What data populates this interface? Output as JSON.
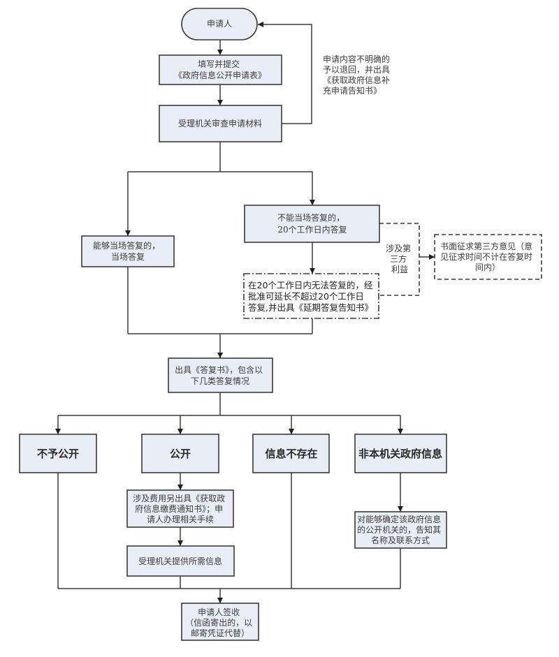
{
  "colors": {
    "box_fill": "#e9edf5",
    "stroke": "#3a3a3a",
    "text": "#3c3c3c"
  },
  "diagram": {
    "start": {
      "label": "申请人"
    },
    "fill_form": {
      "lines": [
        "填写并提交",
        "《政府信息公开申请表》"
      ]
    },
    "review": {
      "lines": [
        "受理机关审查申请材料"
      ]
    },
    "return_note": {
      "lines": [
        "申请内容不明确的",
        "予以退回，并出具",
        "《获取政府信息补",
        "充申请告知书》"
      ]
    },
    "on_spot": {
      "lines": [
        "能够当场答复的，",
        "当场答复"
      ]
    },
    "not_on_spot": {
      "lines": [
        "不能当场答复的，",
        "20个工作日内答复"
      ]
    },
    "extension": {
      "lines": [
        "在20个工作日内无法答复的，经",
        "批准可延长不超过20个工作日",
        "答复,并出具《延期答复告知书》"
      ]
    },
    "third_party_label": {
      "lines": [
        "涉及第",
        "三方",
        "利益"
      ]
    },
    "third_party_opinion": {
      "lines": [
        "书面征求第三方意见（意",
        "见征求时间不计在答复时",
        "间内）"
      ]
    },
    "reply_letter": {
      "lines": [
        "出具《答复书》，包含以",
        "下几类答复情况"
      ]
    },
    "outcomes": [
      {
        "label": "不予公开"
      },
      {
        "label": "公开"
      },
      {
        "label": "信息不存在"
      },
      {
        "label": "非本机关政府信息"
      }
    ],
    "fee_notice": {
      "lines": [
        "涉及费用另出具《获取政",
        "府信息缴费通知书》；申",
        "请人办理相关手续"
      ]
    },
    "provide_info": {
      "lines": [
        "受理机关提供所需信息"
      ]
    },
    "refer_agency": {
      "lines": [
        "对能够确定该政府信息",
        "的公开机关的，告知其",
        "名称及联系方式"
      ]
    },
    "sign_receipt": {
      "lines": [
        "申请人签收",
        "（信函寄出的，以",
        "邮寄凭证代替）"
      ]
    }
  }
}
